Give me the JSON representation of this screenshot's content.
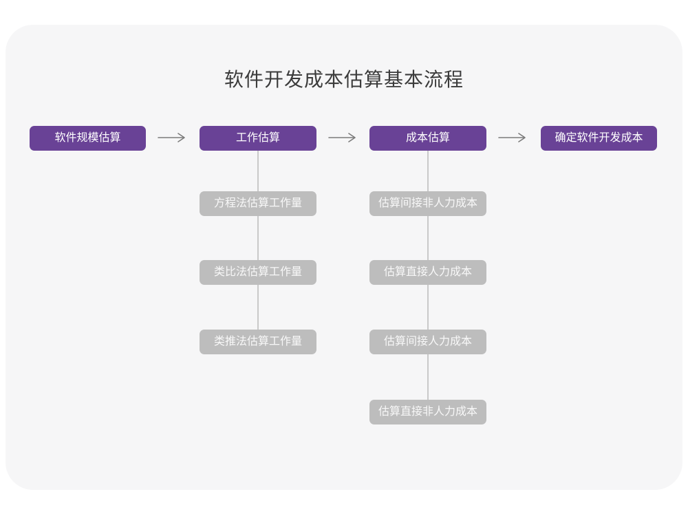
{
  "diagram": {
    "title": "软件开发成本估算基本流程",
    "stages": [
      {
        "label": "软件规模估算",
        "substeps": []
      },
      {
        "label": "工作估算",
        "substeps": [
          "方程法估算工作量",
          "类比法估算工作量",
          "类推法估算工作量"
        ]
      },
      {
        "label": "成本估算",
        "substeps": [
          "估算间接非人力成本",
          "估算直接人力成本",
          "估算间接人力成本",
          "估算直接非人力成本"
        ]
      },
      {
        "label": "确定软件开发成本",
        "substeps": []
      }
    ],
    "colors": {
      "stage_node": "#694296",
      "substep_node": "#bdbdbd",
      "card_background": "#f6f6f7",
      "connector_line": "#c9c9c9",
      "arrow": "#7a7a7a",
      "title_text": "#3b3b3b"
    }
  }
}
